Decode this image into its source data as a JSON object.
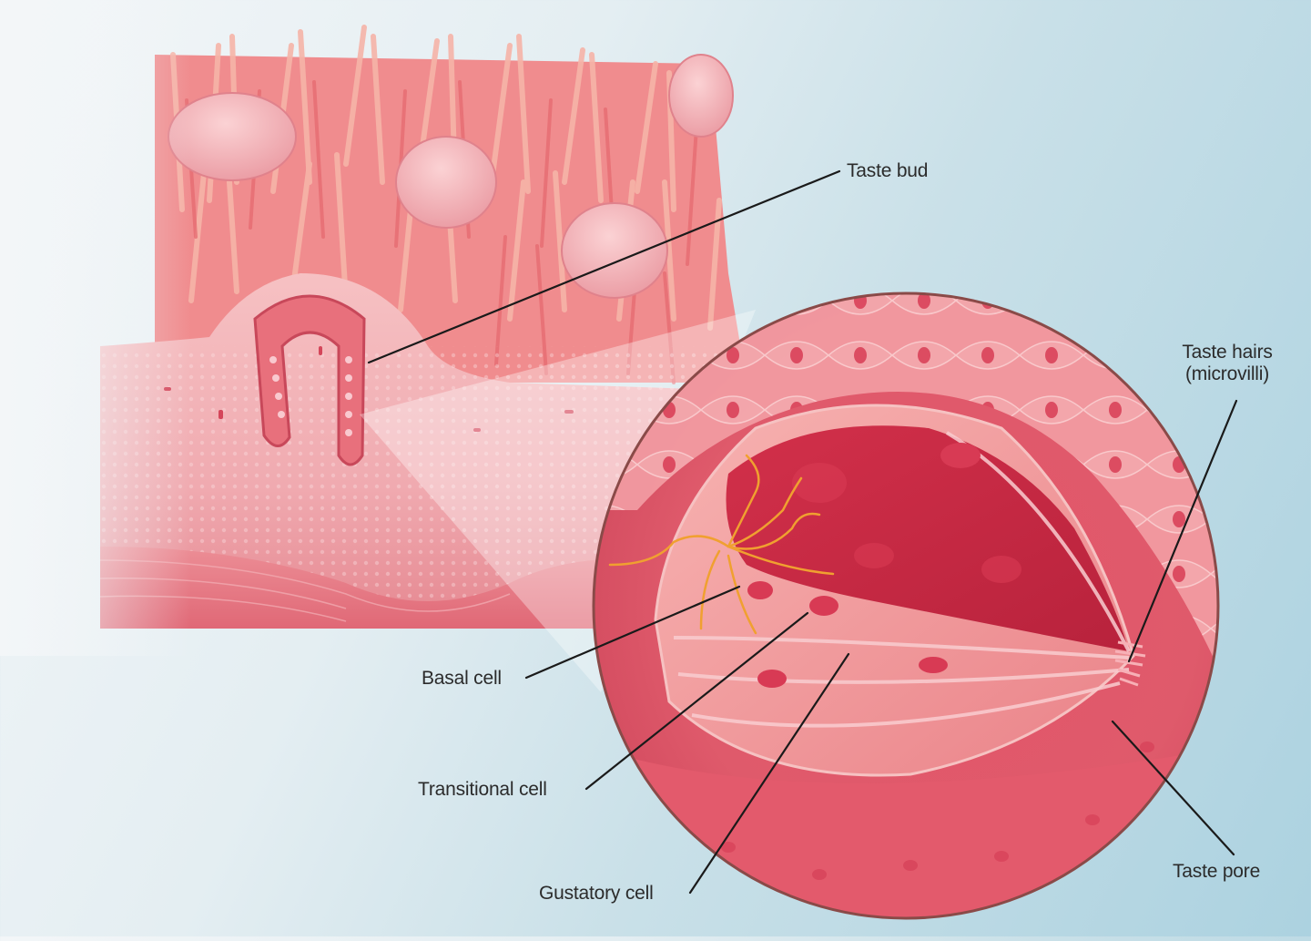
{
  "figure": {
    "subject": "Taste bud anatomy",
    "colors": {
      "background_light": "#f3f6f8",
      "background_blue": "#acd2e0",
      "tissue_pink": "#f2a9ad",
      "tissue_red": "#d94a5c",
      "deep_red": "#c22843",
      "nerve_orange": "#f0a030",
      "circle_border": "#8a4a48",
      "leader_line": "#1a1a1a",
      "label_text": "#2b2b2b"
    },
    "panels": {
      "tongue_surface": "Tongue surface section with papillae",
      "magnified_view": "Magnified taste bud (circular inset)"
    },
    "labels": [
      {
        "id": "taste-bud",
        "text": "Taste bud"
      },
      {
        "id": "taste-hairs",
        "line1": "Taste hairs",
        "line2": "(microvilli)"
      },
      {
        "id": "basal-cell",
        "text": "Basal cell"
      },
      {
        "id": "transitional-cell",
        "text": "Transitional cell"
      },
      {
        "id": "gustatory-cell",
        "text": "Gustatory cell"
      },
      {
        "id": "taste-pore",
        "text": "Taste pore"
      }
    ]
  }
}
